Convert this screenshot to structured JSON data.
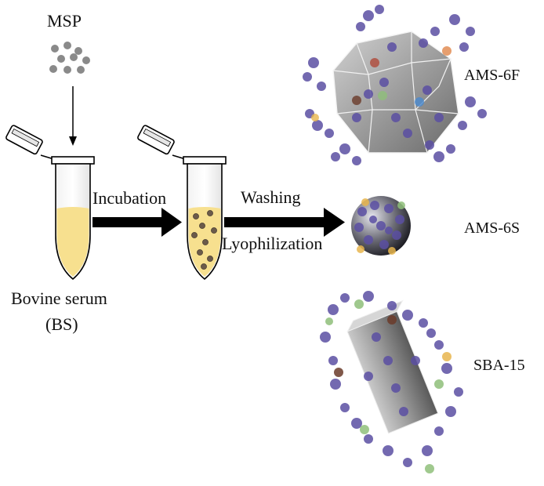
{
  "labels": {
    "msp": "MSP",
    "incubation": "Incubation",
    "washing": "Washing",
    "lyophilization": "Lyophilization",
    "bovine_serum": "Bovine serum",
    "bs_abbrev": "(BS)",
    "ams6f": "AMS-6F",
    "ams6s": "AMS-6S",
    "sba15": "SBA-15"
  },
  "colors": {
    "serum": "#f7e08f",
    "particle": "#8a8a8a",
    "protein": "#5b4fa3",
    "arrow": "#000000"
  }
}
